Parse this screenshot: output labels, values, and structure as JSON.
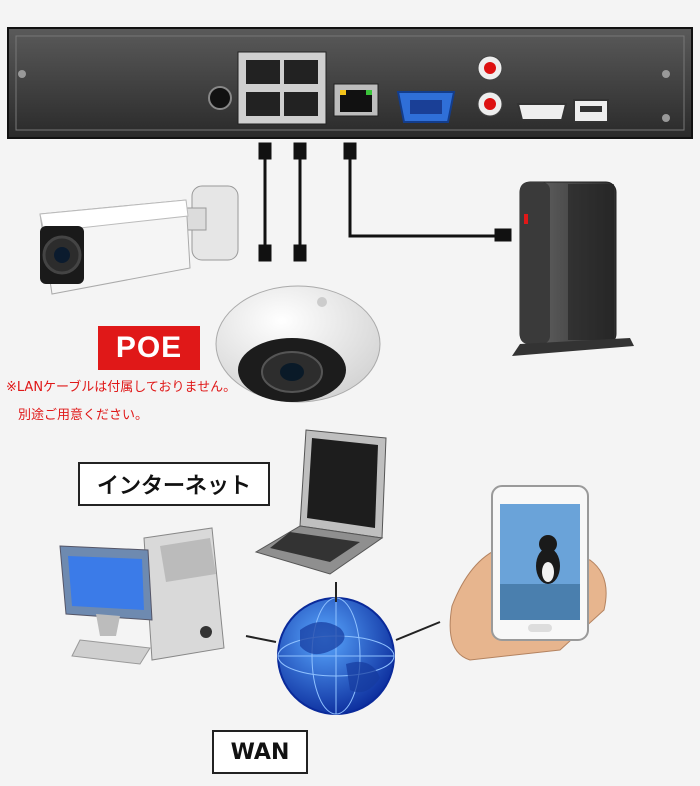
{
  "poe_badge": "POE",
  "notes": {
    "line1": "※LANケーブルは付属しておりません。",
    "line2": "別途ご用意ください。"
  },
  "internet_label": "インターネット",
  "wan_label": "WAN",
  "colors": {
    "accent_red": "#e01818",
    "background": "#f4f4f4",
    "cable": "#111111",
    "globe_blue": "#1a4fd6"
  }
}
